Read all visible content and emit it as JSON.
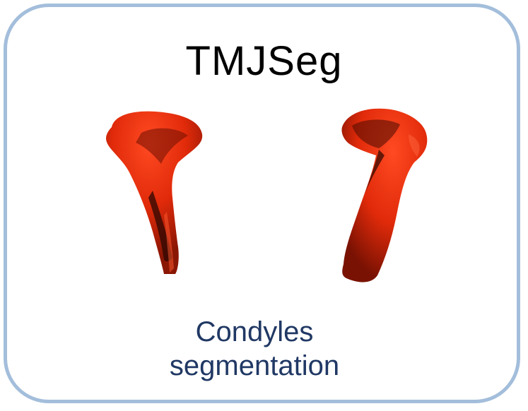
{
  "title": "TMJSeg",
  "caption": {
    "line1": "Condyles",
    "line2": "segmentation"
  },
  "colors": {
    "border": "#a3bedb",
    "title": "#000000",
    "caption": "#203864",
    "condyle_base": "#e02a0a",
    "condyle_shadow": "#3a0a02"
  }
}
